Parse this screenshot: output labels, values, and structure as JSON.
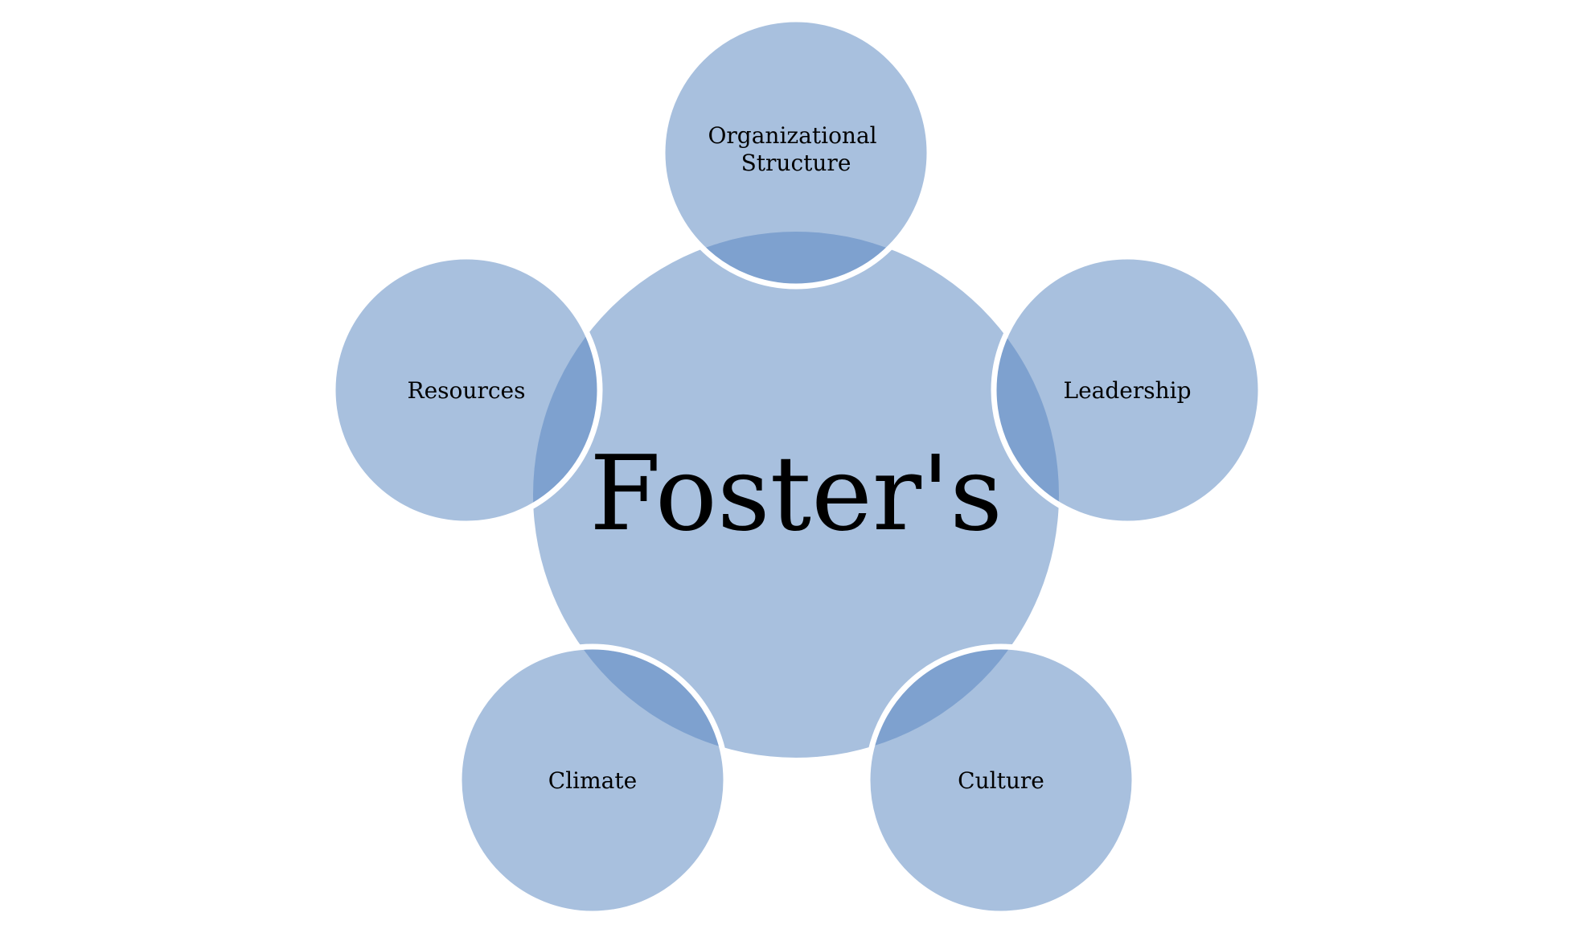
{
  "diagram": {
    "center": {
      "label": "Foster's"
    },
    "nodes": [
      {
        "id": "organizational-structure",
        "lines": [
          "Organizational",
          "Structure"
        ]
      },
      {
        "id": "leadership",
        "lines": [
          "Leadership"
        ]
      },
      {
        "id": "culture",
        "lines": [
          "Culture"
        ]
      },
      {
        "id": "climate",
        "lines": [
          "Climate"
        ]
      },
      {
        "id": "resources",
        "lines": [
          "Resources"
        ]
      }
    ]
  },
  "colors": {
    "circle_fill": "#a8c0de",
    "overlap_fill": "#7ea1cf",
    "outline": "#ffffff",
    "text": "#000000"
  }
}
